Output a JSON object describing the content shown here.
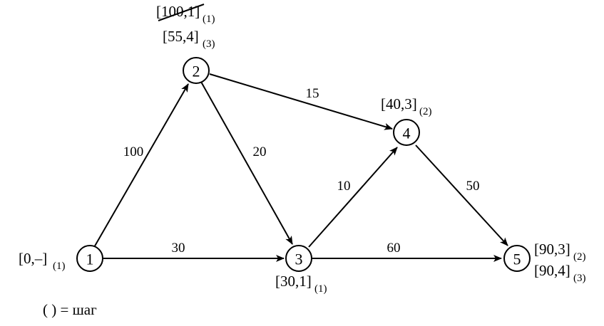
{
  "nodes": [
    {
      "id": "1",
      "label": "1"
    },
    {
      "id": "2",
      "label": "2"
    },
    {
      "id": "3",
      "label": "3"
    },
    {
      "id": "4",
      "label": "4"
    },
    {
      "id": "5",
      "label": "5"
    }
  ],
  "edges": [
    {
      "from": "1",
      "to": "2",
      "weight": "100"
    },
    {
      "from": "1",
      "to": "3",
      "weight": "30"
    },
    {
      "from": "2",
      "to": "3",
      "weight": "20"
    },
    {
      "from": "2",
      "to": "4",
      "weight": "15"
    },
    {
      "from": "3",
      "to": "4",
      "weight": "10"
    },
    {
      "from": "3",
      "to": "5",
      "weight": "60"
    },
    {
      "from": "4",
      "to": "5",
      "weight": "50"
    }
  ],
  "labels": {
    "n1": [
      {
        "text": "[0,–]",
        "step": "(1)",
        "crossed": false
      }
    ],
    "n2": [
      {
        "text": "[100,1]",
        "step": "(1)",
        "crossed": true
      },
      {
        "text": "[55,4]",
        "step": "(3)",
        "crossed": false
      }
    ],
    "n3": [
      {
        "text": "[30,1]",
        "step": "(1)",
        "crossed": false
      }
    ],
    "n4": [
      {
        "text": "[40,3]",
        "step": "(2)",
        "crossed": false
      }
    ],
    "n5": [
      {
        "text": "[90,3]",
        "step": "(2)",
        "crossed": false
      },
      {
        "text": "[90,4]",
        "step": "(3)",
        "crossed": false
      }
    ]
  },
  "legend": "( ) = шаг"
}
